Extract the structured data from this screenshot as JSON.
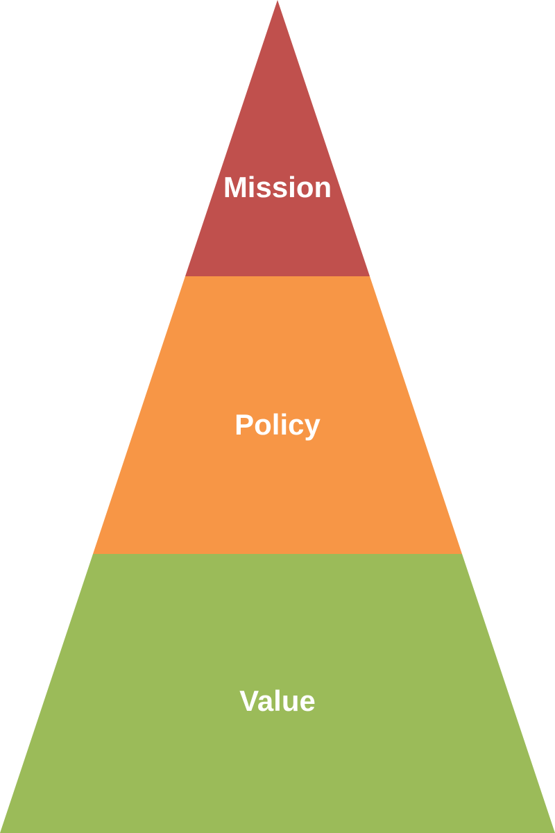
{
  "pyramid": {
    "tiers": [
      {
        "label": "Mission",
        "color": "#C0504D"
      },
      {
        "label": "Policy",
        "color": "#F79646"
      },
      {
        "label": "Value",
        "color": "#9BBB59"
      }
    ]
  }
}
